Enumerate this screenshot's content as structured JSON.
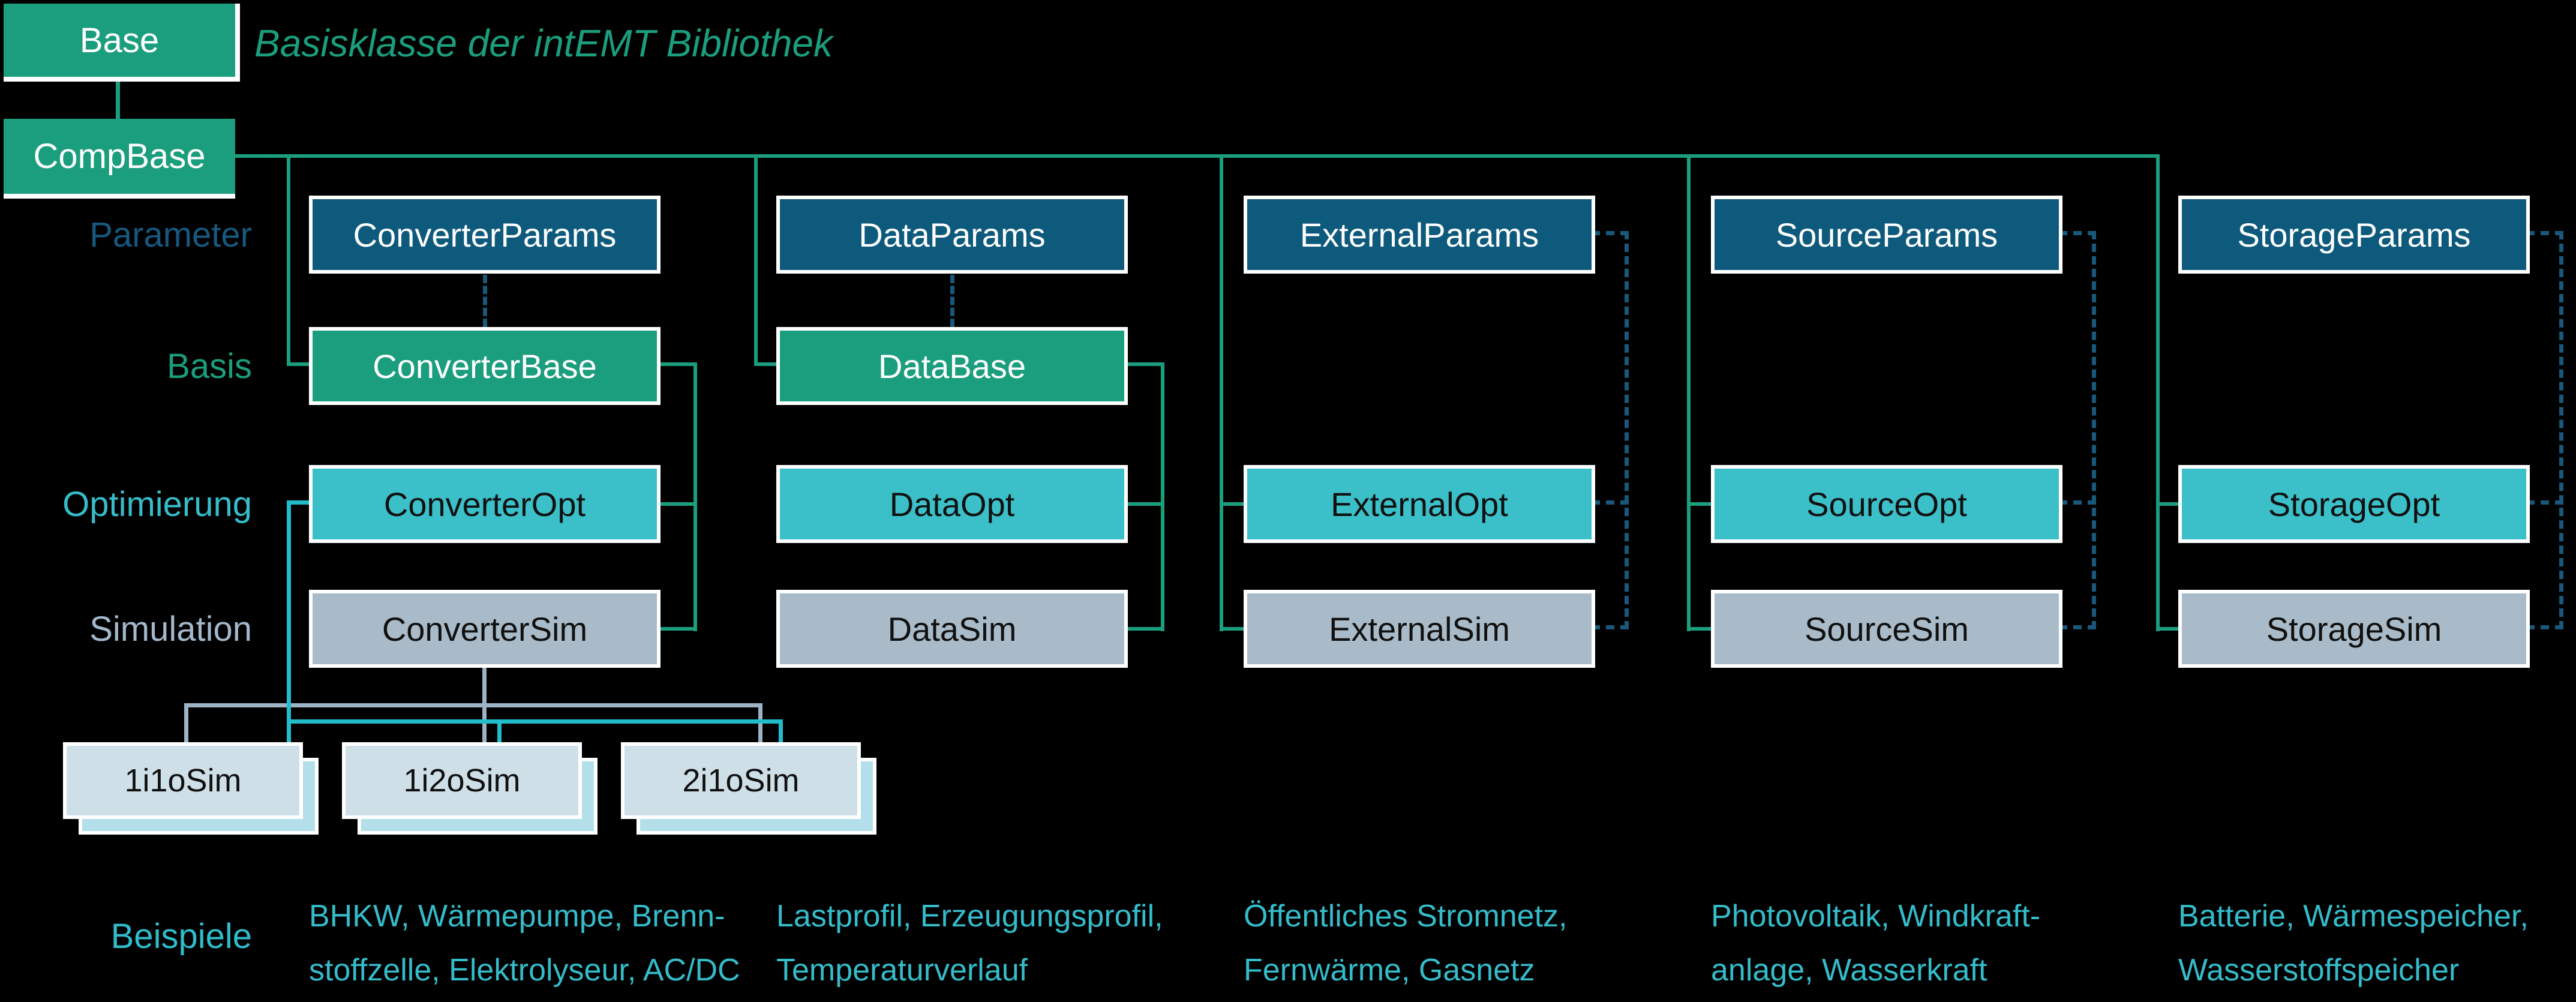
{
  "title": "Basisklasse der intEMT Bibliothek",
  "root": {
    "base": "Base",
    "comp_base": "CompBase"
  },
  "row_labels": {
    "parameter": "Parameter",
    "basis": "Basis",
    "optimierung": "Optimierung",
    "simulation": "Simulation",
    "beispiele": "Beispiele"
  },
  "columns": [
    {
      "name": "converter",
      "params": "ConverterParams",
      "base": "ConverterBase",
      "opt": "ConverterOpt",
      "sim": "ConverterSim",
      "examples": [
        "BHKW, Wärmepumpe, Brenn-",
        "stoffzelle, Elektrolyseur, AC/DC"
      ]
    },
    {
      "name": "data",
      "params": "DataParams",
      "base": "DataBase",
      "opt": "DataOpt",
      "sim": "DataSim",
      "examples": [
        "Lastprofil, Erzeugungsprofil,",
        "Temperaturverlauf"
      ]
    },
    {
      "name": "external",
      "params": "ExternalParams",
      "opt": "ExternalOpt",
      "sim": "ExternalSim",
      "examples": [
        "Öffentliches Stromnetz,",
        "Fernwärme, Gasnetz"
      ]
    },
    {
      "name": "source",
      "params": "SourceParams",
      "opt": "SourceOpt",
      "sim": "SourceSim",
      "examples": [
        "Photovoltaik, Windkraft-",
        "anlage, Wasserkraft"
      ]
    },
    {
      "name": "storage",
      "params": "StorageParams",
      "opt": "StorageOpt",
      "sim": "StorageSim",
      "examples": [
        "Batterie, Wärmespeicher,",
        "Wasserstoffspeicher"
      ]
    }
  ],
  "sim_subclasses": [
    "1i1oSim",
    "1i2oSim",
    "2i1oSim"
  ],
  "colors": {
    "background": "#000000",
    "green": "#1A9E7D",
    "params_blue": "#0E5A7D",
    "opt_cyan": "#3BBFC8",
    "sim_gray": "#A9BBC8",
    "subclass_fill": "#CFDFE8",
    "subclass_shadow": "#B2DFE9",
    "dashed_blue": "#19587B",
    "connector_cyan": "#23BCCB",
    "connector_gray": "#9DB3C6",
    "label_parameter": "#17587E",
    "label_basis": "#1A9E7D",
    "label_optimierung": "#36BDC9",
    "label_simulation": "#A3B8CB",
    "label_beispiele": "#2FBCCB"
  }
}
